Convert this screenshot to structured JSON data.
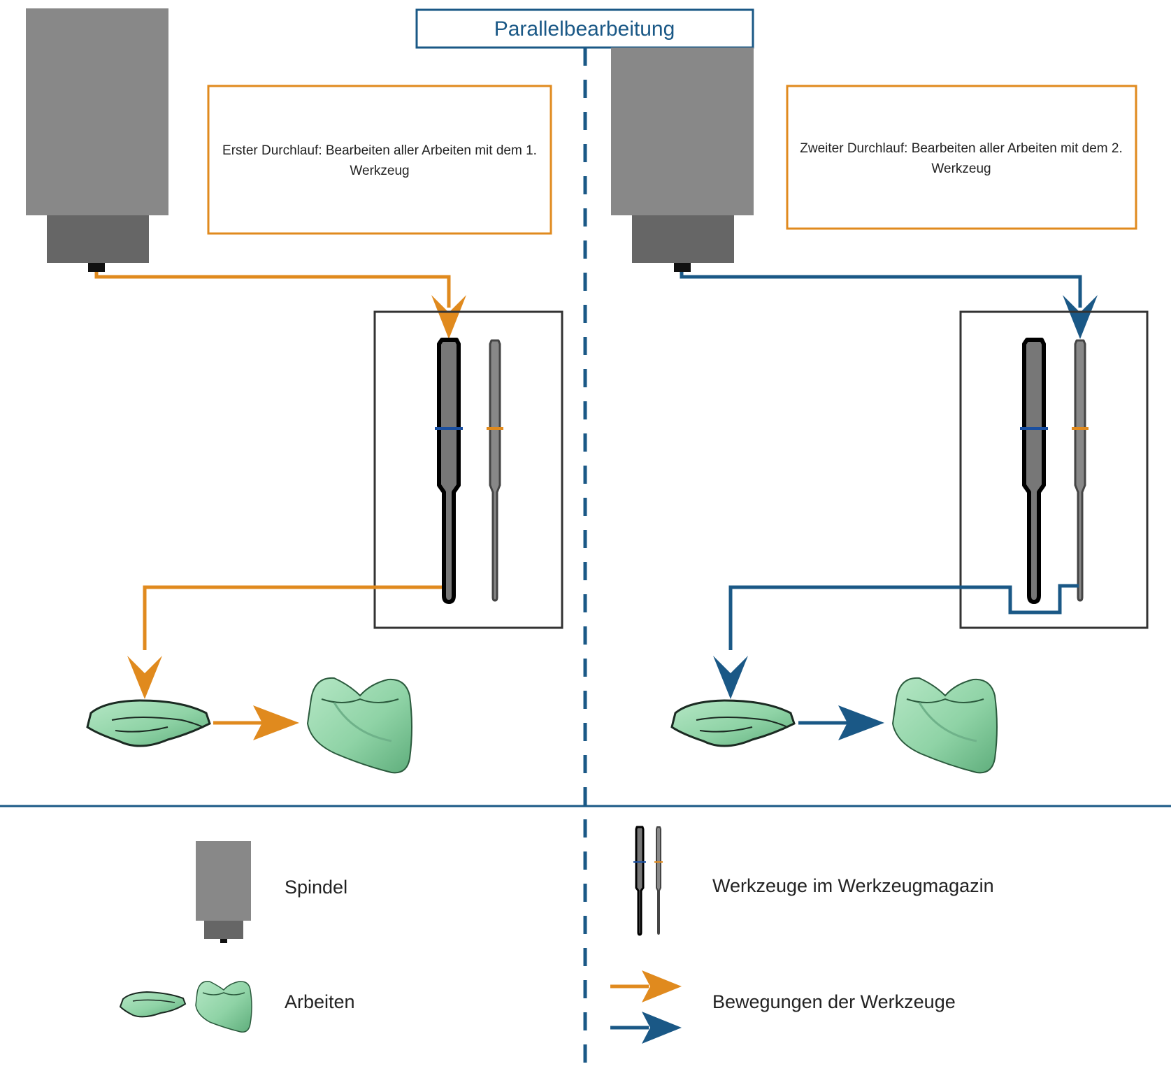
{
  "title": "Parallelbearbeitung",
  "colors": {
    "orange": "#e08a1e",
    "blue": "#1a5886",
    "spindle_body": "#888888",
    "spindle_head": "#666666",
    "crown_green": "#8fd3a6",
    "frame": "#333333"
  },
  "panels": {
    "left": {
      "note_line1": "Erster Durchlauf: Bearbeiten aller Arbeiten mit dem 1.",
      "note_line2": "Werkzeug"
    },
    "right": {
      "note_line1": "Zweiter Durchlauf: Bearbeiten aller Arbeiten mit dem 2.",
      "note_line2": "Werkzeug"
    }
  },
  "legend": {
    "spindle": "Spindel",
    "works": "Arbeiten",
    "tools": "Werkzeuge im Werkzeugmagazin",
    "movements": "Bewegungen der Werkzeuge"
  },
  "icons": {
    "spindle": "spindle-icon",
    "tool": "milling-tool-icon",
    "blank": "dental-blank-icon",
    "crown": "dental-crown-icon",
    "arrow": "arrow-icon"
  }
}
